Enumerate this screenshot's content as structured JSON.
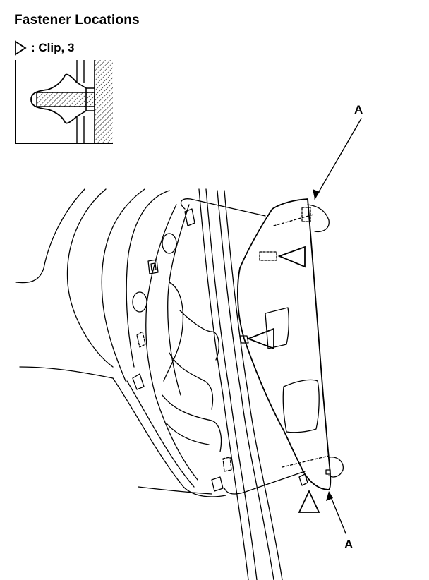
{
  "title": "Fastener Locations",
  "legend": {
    "icon": "triangle-outline-icon",
    "text": ": Clip, 3"
  },
  "labels": {
    "a_top": "A",
    "a_bottom": "A"
  }
}
